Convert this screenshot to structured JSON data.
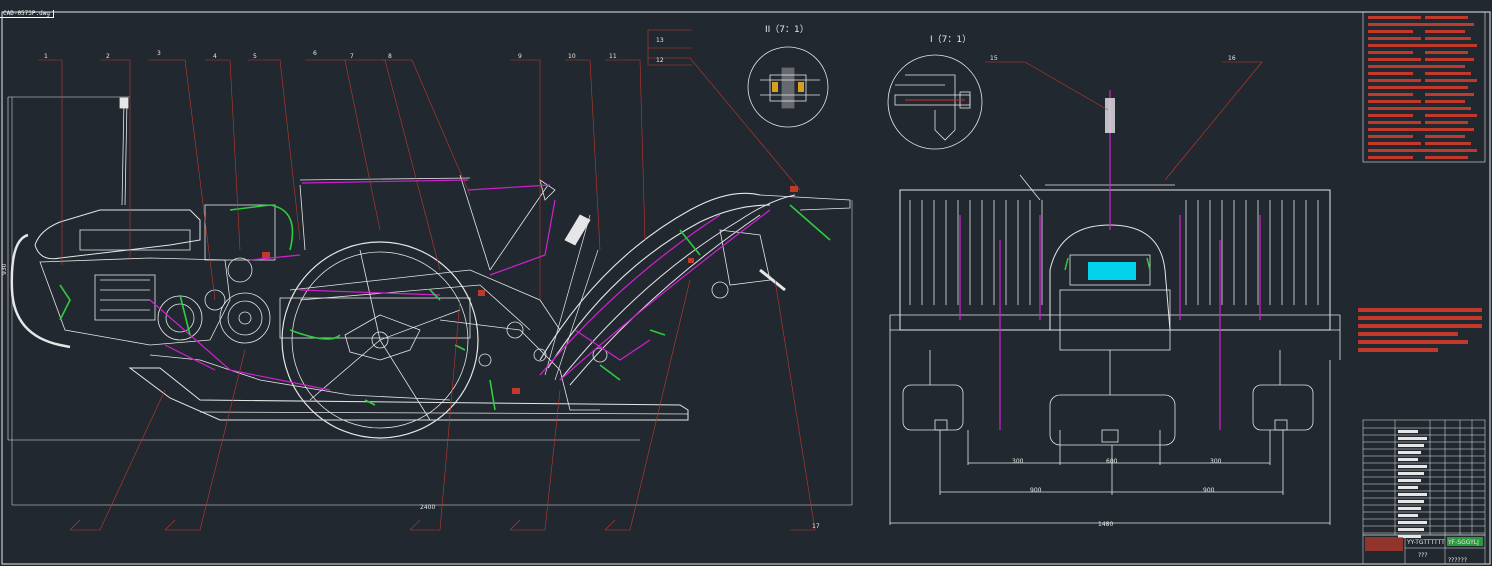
{
  "window": {
    "tab_label": "CAD-0573P.dwg"
  },
  "callouts": {
    "top": [
      "1",
      "2",
      "3",
      "4",
      "5",
      "6",
      "7",
      "8",
      "9",
      "10",
      "11"
    ],
    "upper": [
      "13",
      "12"
    ],
    "bottom": [
      "17"
    ],
    "right": [
      "15",
      "16"
    ]
  },
  "views": {
    "detail_2_label": "II（7：1）",
    "detail_1_label": "I（7：1）"
  },
  "dimensions": {
    "overall_length": "2400",
    "height": "930",
    "d1": "300",
    "d2": "600",
    "d3": "300",
    "d4": "900",
    "d5": "900",
    "overall_width": "1480"
  },
  "title_block": {
    "drawing_no": "YF-SGGYLJ",
    "name": "YY-TGTTTTTT",
    "scale": "??????",
    "unit": "???"
  },
  "colors": {
    "background": "#212830",
    "line_white": "#e6e6e6",
    "leader_red": "#c0392b",
    "magenta": "#d020d0",
    "green": "#2ecc40",
    "cyan": "#00e5ff"
  },
  "icons": [
    "mower-side-view",
    "mower-front-view",
    "detail-circle"
  ]
}
